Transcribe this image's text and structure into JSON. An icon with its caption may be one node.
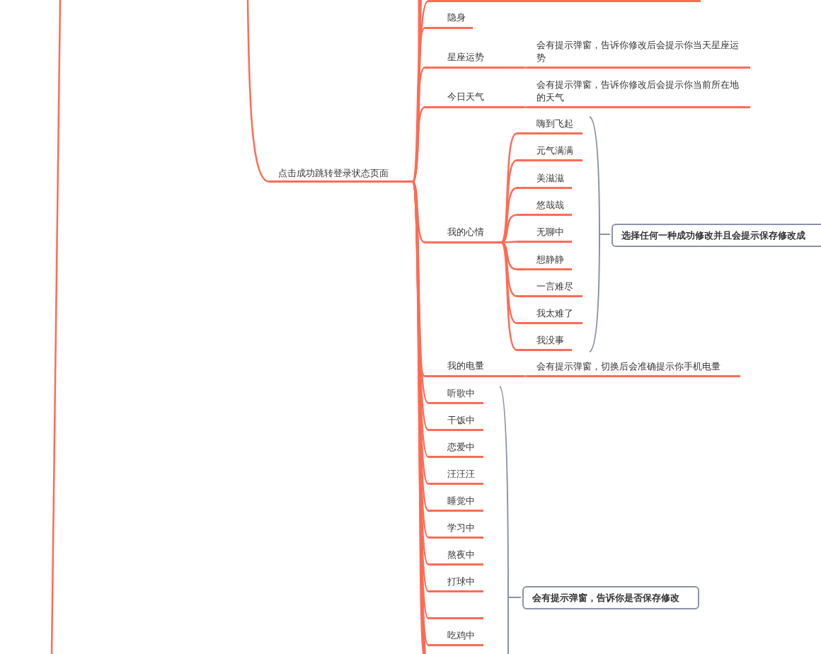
{
  "diagram": {
    "nodes": [
      {
        "text": [
          "点击成功跳转登录状态页面"
        ]
      },
      {
        "text": [],
        "shape": "bar"
      },
      {
        "text": [
          "隐身"
        ]
      },
      {
        "text": [
          "星座运势"
        ]
      },
      {
        "text": [
          "会有提示弹窗，告诉你修改后会提示你当天星座运势"
        ]
      },
      {
        "text": [
          "今日天气"
        ]
      },
      {
        "text": [
          "会有提示弹窗，告诉你修改后会提示你当前所在地的天气"
        ]
      },
      {
        "text": [
          "我的心情"
        ]
      },
      {
        "text": [
          "嗨到飞起"
        ]
      },
      {
        "text": [
          "元气满满"
        ]
      },
      {
        "text": [
          "美滋滋"
        ]
      },
      {
        "text": [
          "悠哉哉"
        ]
      },
      {
        "text": [
          "无聊中"
        ]
      },
      {
        "text": [
          "想静静"
        ]
      },
      {
        "text": [
          "一言难尽"
        ]
      },
      {
        "text": [
          "我太难了"
        ]
      },
      {
        "text": [
          "我没事"
        ]
      },
      {
        "text": [
          "选择任何一种成功修改并且会提示保存修改成"
        ]
      },
      {
        "text": [
          "我的电量"
        ]
      },
      {
        "text": [
          "会有提示弹窗，切换后会准确提示你手机电量"
        ]
      },
      {
        "text": [
          "听歌中"
        ]
      },
      {
        "text": [
          "干饭中"
        ]
      },
      {
        "text": [
          "恋爱中"
        ]
      },
      {
        "text": [
          "汪汪汪"
        ]
      },
      {
        "text": [
          "睡觉中"
        ]
      },
      {
        "text": [
          "学习中"
        ]
      },
      {
        "text": [
          "熬夜中"
        ]
      },
      {
        "text": [
          "打球中"
        ]
      },
      {
        "text": [],
        "shape": "bar"
      },
      {
        "text": [
          "吃鸡中"
        ]
      },
      {
        "text": [
          "会有提示弹窗，告诉你是否保存修改"
        ]
      }
    ],
    "edges": [
      {
        "from": null,
        "to": 0,
        "arrow": "none"
      },
      {
        "from": 0,
        "to": 1,
        "arrow": "none"
      },
      {
        "from": 0,
        "to": 2,
        "arrow": "none"
      },
      {
        "from": 0,
        "to": 3,
        "arrow": "none"
      },
      {
        "from": 3,
        "to": 4,
        "arrow": "none"
      },
      {
        "from": 0,
        "to": 5,
        "arrow": "none"
      },
      {
        "from": 5,
        "to": 6,
        "arrow": "none"
      },
      {
        "from": 0,
        "to": 7,
        "arrow": "none"
      },
      {
        "from": 7,
        "to": 8,
        "arrow": "none"
      },
      {
        "from": 7,
        "to": 9,
        "arrow": "none"
      },
      {
        "from": 7,
        "to": 10,
        "arrow": "none"
      },
      {
        "from": 7,
        "to": 11,
        "arrow": "none"
      },
      {
        "from": 7,
        "to": 12,
        "arrow": "none"
      },
      {
        "from": 7,
        "to": 13,
        "arrow": "none"
      },
      {
        "from": 7,
        "to": 14,
        "arrow": "none"
      },
      {
        "from": 7,
        "to": 15,
        "arrow": "none"
      },
      {
        "from": 7,
        "to": 16,
        "arrow": "none"
      },
      {
        "from": 0,
        "to": 18,
        "arrow": "none"
      },
      {
        "from": 18,
        "to": 19,
        "arrow": "none"
      },
      {
        "from": 0,
        "to": 20,
        "arrow": "none"
      },
      {
        "from": 0,
        "to": 21,
        "arrow": "none"
      },
      {
        "from": 0,
        "to": 22,
        "arrow": "none"
      },
      {
        "from": 0,
        "to": 23,
        "arrow": "none"
      },
      {
        "from": 0,
        "to": 24,
        "arrow": "none"
      },
      {
        "from": 0,
        "to": 25,
        "arrow": "none"
      },
      {
        "from": 0,
        "to": 26,
        "arrow": "none"
      },
      {
        "from": 0,
        "to": 27,
        "arrow": "none"
      },
      {
        "from": 0,
        "to": 28,
        "arrow": "none"
      },
      {
        "from": 0,
        "to": 29,
        "arrow": "none"
      }
    ]
  }
}
